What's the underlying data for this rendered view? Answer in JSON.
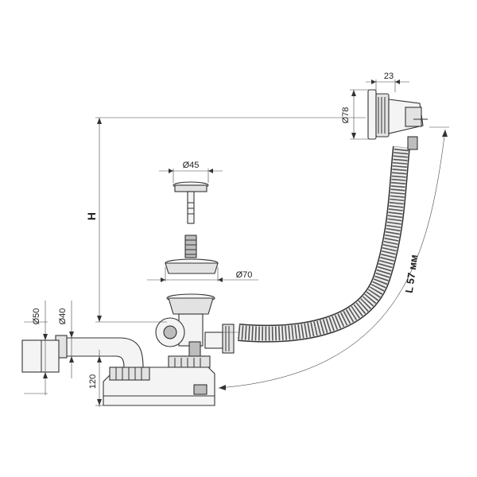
{
  "dimensions": {
    "overflow_diameter": "Ø78",
    "overflow_width": "23",
    "plug_diameter": "Ø45",
    "waste_diameter": "Ø70",
    "height": "H",
    "length": "L 57 мм",
    "outlet_diameter_large": "Ø50",
    "outlet_diameter_small": "Ø40",
    "outlet_height": "120"
  }
}
